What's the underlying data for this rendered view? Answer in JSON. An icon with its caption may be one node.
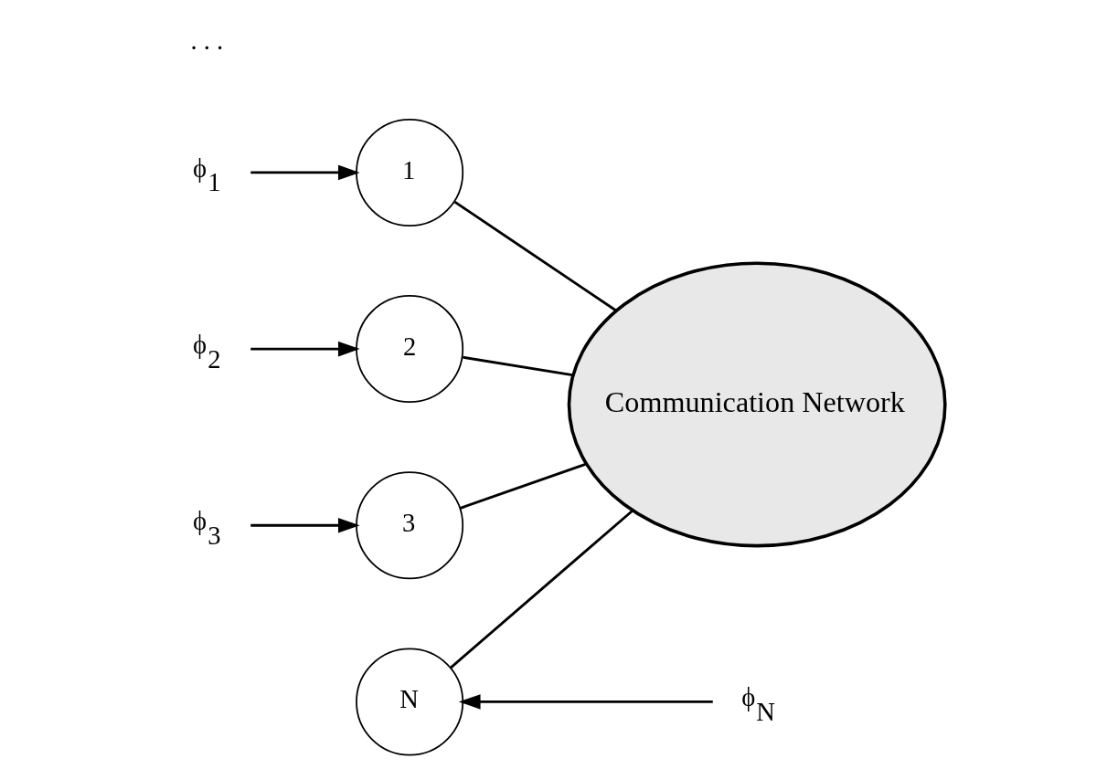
{
  "diagram": {
    "nodes": [
      {
        "text": [
          "Communication Network"
        ]
      },
      {
        "text": [
          "1"
        ]
      },
      {
        "text": [
          "2"
        ]
      },
      {
        "text": [
          "3"
        ]
      },
      {
        "text": [
          "N"
        ]
      },
      {
        "text": [
          "ϕ$_{1}$"
        ]
      },
      {
        "text": [
          "ϕ$_{2}$"
        ]
      },
      {
        "text": [
          "ϕ$_{3}$"
        ]
      },
      {
        "text": [
          "ϕ$_{N}$"
        ]
      }
    ],
    "edges": [
      {
        "from": 1,
        "to": 0,
        "arrow": "none"
      },
      {
        "from": 2,
        "to": 0,
        "arrow": "none"
      },
      {
        "from": 3,
        "to": 0,
        "arrow": "none"
      },
      {
        "from": 0,
        "to": 4,
        "arrow": "none"
      },
      {
        "from": 5,
        "to": 1,
        "arrow": "to"
      },
      {
        "from": 6,
        "to": 2,
        "arrow": "to"
      },
      {
        "from": 7,
        "to": 3,
        "arrow": "to"
      },
      {
        "from": 8,
        "to": 4,
        "arrow": "to"
      }
    ],
    "labels": [
      ". . ."
    ]
  }
}
